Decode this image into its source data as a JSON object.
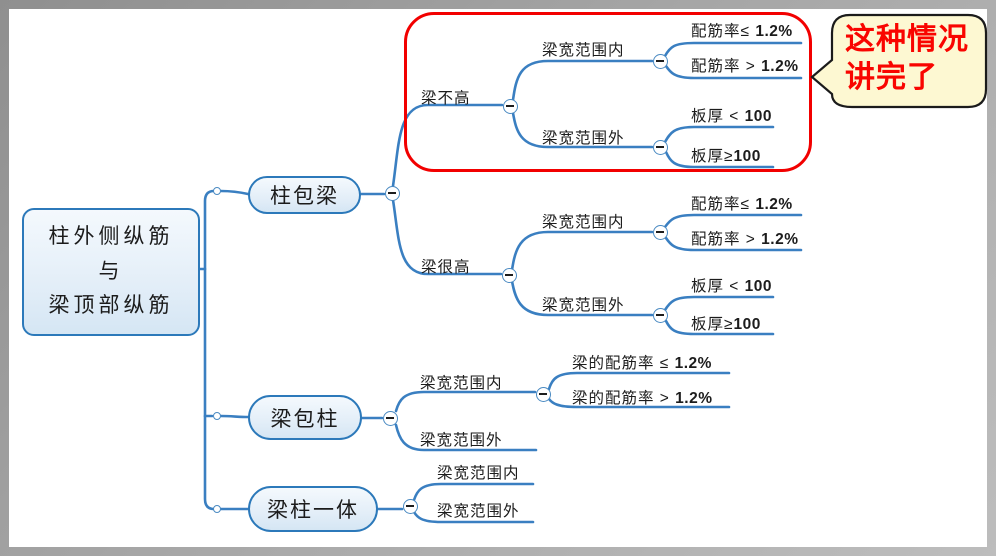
{
  "colors": {
    "branch_line_blue": "#3a7fc1",
    "node_border_blue": "#2c79ba",
    "node_fill_light_blue": "#e3eef8",
    "highlight_red": "#f20000",
    "callout_fill_yellow": "#fdf8d2",
    "callout_border_black": "#1b1b1b",
    "callout_text_red": "#f90500",
    "frame_gray": "#a6a6a6"
  },
  "root": {
    "line1": "柱外侧纵筋",
    "line2": "与",
    "line3": "梁顶部纵筋"
  },
  "topics": {
    "column_wraps_beam": "柱包梁",
    "beam_wraps_column": "梁包柱",
    "beam_column_integrated": "梁柱一体",
    "beam_not_tall": "梁不高",
    "beam_very_tall": "梁很高",
    "within_beam_width": "梁宽范围内",
    "outside_beam_width": "梁宽范围外"
  },
  "leaves": {
    "ratio_le": {
      "label": "配筋率≤ ",
      "value": "1.2%"
    },
    "ratio_gt": {
      "label": "配筋率 > ",
      "value": "1.2%"
    },
    "slab_lt": {
      "label": "板厚 < ",
      "value": "100"
    },
    "slab_ge": {
      "label": "板厚≥",
      "value": "100"
    },
    "beam_ratio_le": {
      "label": "梁的配筋率 ≤ ",
      "value": "1.2%"
    },
    "beam_ratio_gt": {
      "label": "梁的配筋率 > ",
      "value": "1.2%"
    }
  },
  "callout": {
    "line1": "这种情况",
    "line2": "讲完了"
  }
}
